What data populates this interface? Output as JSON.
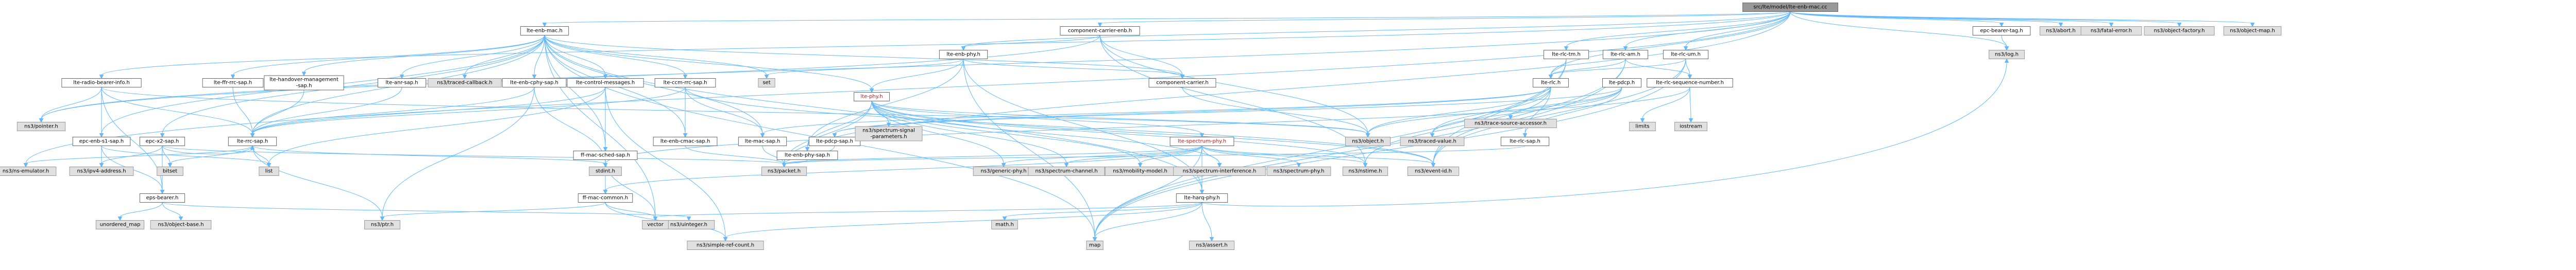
{
  "nodes": [
    {
      "id": "root",
      "label": "src/lte/model/lte-enb-mac.cc",
      "kind": "root"
    },
    {
      "id": "component-carrier-enb",
      "label": "component-carrier-enb.h",
      "kind": "internal"
    },
    {
      "id": "epc-bearer-tag",
      "label": "epc-bearer-tag.h",
      "kind": "internal"
    },
    {
      "id": "abort",
      "label": "ns3/abort.h",
      "kind": "external"
    },
    {
      "id": "fatal-error",
      "label": "ns3/fatal-error.h",
      "kind": "external"
    },
    {
      "id": "object-factory",
      "label": "ns3/object-factory.h",
      "kind": "external"
    },
    {
      "id": "object-map",
      "label": "ns3/object-map.h",
      "kind": "external"
    },
    {
      "id": "lte-enb-mac-h",
      "label": "lte-enb-mac.h",
      "kind": "internal"
    },
    {
      "id": "lte-enb-phy",
      "label": "lte-enb-phy.h",
      "kind": "internal"
    },
    {
      "id": "lte-rlc-tm",
      "label": "lte-rlc-tm.h",
      "kind": "internal"
    },
    {
      "id": "lte-rlc-am",
      "label": "lte-rlc-am.h",
      "kind": "internal"
    },
    {
      "id": "lte-rlc-um",
      "label": "lte-rlc-um.h",
      "kind": "internal"
    },
    {
      "id": "log",
      "label": "ns3/log.h",
      "kind": "external"
    },
    {
      "id": "lte-ffr-rrc-sap",
      "label": "lte-ffr-rrc-sap.h",
      "kind": "internal"
    },
    {
      "id": "lte-handover-management-sap",
      "label": "lte-handover-management\n-sap.h",
      "kind": "internal"
    },
    {
      "id": "lte-anr-sap",
      "label": "lte-anr-sap.h",
      "kind": "internal"
    },
    {
      "id": "traced-callback",
      "label": "ns3/traced-callback.h",
      "kind": "external"
    },
    {
      "id": "lte-enb-cphy-sap",
      "label": "lte-enb-cphy-sap.h",
      "kind": "internal"
    },
    {
      "id": "lte-control-messages",
      "label": "lte-control-messages.h",
      "kind": "internal"
    },
    {
      "id": "lte-ccm-rrc-sap",
      "label": "lte-ccm-rrc-sap.h",
      "kind": "internal"
    },
    {
      "id": "set",
      "label": "set",
      "kind": "external"
    },
    {
      "id": "lte-radio-bearer-info",
      "label": "lte-radio-bearer-info.h",
      "kind": "internal"
    },
    {
      "id": "pointer",
      "label": "ns3/pointer.h",
      "kind": "external"
    },
    {
      "id": "epc-enb-s1-sap",
      "label": "epc-enb-s1-sap.h",
      "kind": "internal"
    },
    {
      "id": "epc-x2-sap",
      "label": "epc-x2-sap.h",
      "kind": "internal"
    },
    {
      "id": "lte-rrc-sap",
      "label": "lte-rrc-sap.h",
      "kind": "internal"
    },
    {
      "id": "bitset",
      "label": "bitset",
      "kind": "external"
    },
    {
      "id": "list",
      "label": "list",
      "kind": "external"
    },
    {
      "id": "lte-ue-phy-sap",
      "label": "lte-enb-phy-sap.h",
      "kind": "internal"
    },
    {
      "id": "lte-phy",
      "label": "lte-phy.h",
      "kind": "internal",
      "pink": true
    },
    {
      "id": "ff-mac-sched-sap",
      "label": "ff-mac-sched-sap.h",
      "kind": "internal"
    },
    {
      "id": "lte-enb-cmac-sap",
      "label": "lte-enb-cmac-sap.h",
      "kind": "internal"
    },
    {
      "id": "lte-mac-sap",
      "label": "lte-mac-sap.h",
      "kind": "internal"
    },
    {
      "id": "lte-pdcp-sap",
      "label": "lte-pdcp-sap.h",
      "kind": "internal"
    },
    {
      "id": "component-carrier",
      "label": "component-carrier.h",
      "kind": "internal"
    },
    {
      "id": "lte-rlc",
      "label": "lte-rlc.h",
      "kind": "internal"
    },
    {
      "id": "lte-pdcp",
      "label": "lte-pdcp.h",
      "kind": "internal"
    },
    {
      "id": "lte-rlc-sequence-number",
      "label": "lte-rlc-sequence-number.h",
      "kind": "internal"
    },
    {
      "id": "emulator",
      "label": "ns3/ns-emulator.h",
      "kind": "external"
    },
    {
      "id": "ipv4-address",
      "label": "ns3/ipv4-address.h",
      "kind": "external"
    },
    {
      "id": "eps-bearer",
      "label": "eps-bearer.h",
      "kind": "internal"
    },
    {
      "id": "unordered_map",
      "label": "unordered_map",
      "kind": "external"
    },
    {
      "id": "object-base",
      "label": "ns3/object-base.h",
      "kind": "external"
    },
    {
      "id": "uinteger",
      "label": "ns3/uinteger.h",
      "kind": "external"
    },
    {
      "id": "ff-mac-common",
      "label": "ff-mac-common.h",
      "kind": "internal"
    },
    {
      "id": "stdint",
      "label": "stdint.h",
      "kind": "external"
    },
    {
      "id": "vector",
      "label": "vector",
      "kind": "external"
    },
    {
      "id": "spectrum-signal-parameters",
      "label": "ns3/spectrum-signal\n-parameters.h",
      "kind": "external"
    },
    {
      "id": "generic-phy",
      "label": "ns3/generic-phy.h",
      "kind": "external"
    },
    {
      "id": "spectrum-channel",
      "label": "ns3/spectrum-channel.h",
      "kind": "external"
    },
    {
      "id": "mobility-model",
      "label": "ns3/mobility-model.h",
      "kind": "external"
    },
    {
      "id": "spectrum-interference",
      "label": "ns3/spectrum-interference.h",
      "kind": "external"
    },
    {
      "id": "packet",
      "label": "ns3/packet.h",
      "kind": "external"
    },
    {
      "id": "lte-rlc-sap",
      "label": "lte-rlc-sap.h",
      "kind": "internal"
    },
    {
      "id": "lte-spectrum-phy",
      "label": "lte-spectrum-phy.h",
      "kind": "internal",
      "pink": true
    },
    {
      "id": "lte-harq-phy",
      "label": "lte-harq-phy.h",
      "kind": "internal"
    },
    {
      "id": "object",
      "label": "ns3/object.h",
      "kind": "external"
    },
    {
      "id": "traced-value",
      "label": "ns3/traced-value.h",
      "kind": "external"
    },
    {
      "id": "trace-source-accessor",
      "label": "ns3/trace-source-accessor.h",
      "kind": "external"
    },
    {
      "id": "spectrum-phy",
      "label": "ns3/spectrum-phy.h",
      "kind": "external"
    },
    {
      "id": "nstime",
      "label": "ns3/nstime.h",
      "kind": "external"
    },
    {
      "id": "event-id",
      "label": "ns3/event-id.h",
      "kind": "external"
    },
    {
      "id": "simple-ref-count",
      "label": "ns3/simple-ref-count.h",
      "kind": "external"
    },
    {
      "id": "math",
      "label": "math.h",
      "kind": "external"
    },
    {
      "id": "assert",
      "label": "ns3/assert.h",
      "kind": "external"
    },
    {
      "id": "map",
      "label": "map",
      "kind": "external"
    },
    {
      "id": "ptr",
      "label": "ns3/ptr.h",
      "kind": "external"
    },
    {
      "id": "limits",
      "label": "limits",
      "kind": "external"
    },
    {
      "id": "iostream",
      "label": "iostream",
      "kind": "external"
    },
    {
      "id": "lte-rrc-sap2",
      "label": "lte-rrc-sap.h",
      "kind": "internal"
    }
  ],
  "edges": [
    [
      "root",
      "component-carrier-enb"
    ],
    [
      "root",
      "epc-bearer-tag"
    ],
    [
      "root",
      "abort"
    ],
    [
      "root",
      "fatal-error"
    ],
    [
      "root",
      "object-factory"
    ],
    [
      "root",
      "object-map"
    ],
    [
      "root",
      "lte-enb-mac-h"
    ],
    [
      "root",
      "lte-rlc-tm"
    ],
    [
      "root",
      "lte-rlc-am"
    ],
    [
      "root",
      "lte-rlc-um"
    ],
    [
      "root",
      "log"
    ],
    [
      "root",
      "packet"
    ],
    [
      "root",
      "lte-radio-bearer-info"
    ],
    [
      "root",
      "lte-rlc"
    ],
    [
      "root",
      "pointer"
    ],
    [
      "root",
      "lte-enb-phy"
    ],
    [
      "root",
      "emulator"
    ],
    [
      "component-carrier-enb",
      "lte-enb-phy"
    ],
    [
      "component-carrier-enb",
      "component-carrier"
    ],
    [
      "component-carrier-enb",
      "object"
    ],
    [
      "component-carrier-enb",
      "nstime"
    ],
    [
      "component-carrier-enb",
      "pointer"
    ],
    [
      "epc-bearer-tag",
      "log"
    ],
    [
      "lte-enb-mac-h",
      "lte-ffr-rrc-sap"
    ],
    [
      "lte-enb-mac-h",
      "lte-handover-management-sap"
    ],
    [
      "lte-enb-mac-h",
      "lte-anr-sap"
    ],
    [
      "lte-enb-mac-h",
      "traced-callback"
    ],
    [
      "lte-enb-mac-h",
      "lte-enb-cphy-sap"
    ],
    [
      "lte-enb-mac-h",
      "lte-control-messages"
    ],
    [
      "lte-enb-mac-h",
      "lte-ccm-rrc-sap"
    ],
    [
      "lte-enb-mac-h",
      "set"
    ],
    [
      "lte-enb-mac-h",
      "epc-enb-s1-sap"
    ],
    [
      "lte-enb-mac-h",
      "epc-x2-sap"
    ],
    [
      "lte-enb-mac-h",
      "lte-phy"
    ],
    [
      "lte-enb-mac-h",
      "lte-rrc-sap"
    ],
    [
      "lte-enb-mac-h",
      "ff-mac-sched-sap"
    ],
    [
      "lte-enb-mac-h",
      "lte-enb-cmac-sap"
    ],
    [
      "lte-enb-mac-h",
      "lte-mac-sap"
    ],
    [
      "lte-enb-mac-h",
      "component-carrier"
    ],
    [
      "lte-enb-mac-h",
      "map"
    ],
    [
      "lte-enb-mac-h",
      "vector"
    ],
    [
      "lte-enb-mac-h",
      "lte-harq-phy"
    ],
    [
      "lte-enb-phy",
      "set"
    ],
    [
      "lte-enb-phy",
      "lte-ue-phy-sap"
    ],
    [
      "lte-enb-phy",
      "lte-phy"
    ],
    [
      "lte-enb-phy",
      "lte-harq-phy"
    ],
    [
      "lte-enb-phy",
      "component-carrier"
    ],
    [
      "lte-enb-phy",
      "map"
    ],
    [
      "lte-rlc-tm",
      "lte-rlc"
    ],
    [
      "lte-rlc-tm",
      "event-id"
    ],
    [
      "lte-rlc-tm",
      "map"
    ],
    [
      "lte-rlc-am",
      "lte-rlc-sequence-number"
    ],
    [
      "lte-rlc-am",
      "lte-rlc"
    ],
    [
      "lte-rlc-am",
      "event-id"
    ],
    [
      "lte-rlc-am",
      "map"
    ],
    [
      "lte-rlc-um",
      "lte-rlc-sequence-number"
    ],
    [
      "lte-rlc-um",
      "lte-rlc"
    ],
    [
      "lte-rlc-um",
      "event-id"
    ],
    [
      "lte-rlc-um",
      "map"
    ],
    [
      "lte-ffr-rrc-sap",
      "lte-rrc-sap"
    ],
    [
      "lte-handover-management-sap",
      "lte-rrc-sap"
    ],
    [
      "lte-anr-sap",
      "lte-rrc-sap"
    ],
    [
      "lte-enb-cphy-sap",
      "lte-rrc-sap"
    ],
    [
      "lte-enb-cphy-sap",
      "ptr"
    ],
    [
      "lte-enb-cphy-sap",
      "stdint"
    ],
    [
      "lte-control-messages",
      "ff-mac-common"
    ],
    [
      "lte-control-messages",
      "lte-rrc-sap"
    ],
    [
      "lte-control-messages",
      "simple-ref-count"
    ],
    [
      "lte-control-messages",
      "list"
    ],
    [
      "lte-ccm-rrc-sap",
      "lte-rrc-sap"
    ],
    [
      "lte-ccm-rrc-sap",
      "lte-enb-cmac-sap"
    ],
    [
      "lte-ccm-rrc-sap",
      "lte-mac-sap"
    ],
    [
      "lte-ccm-rrc-sap",
      "event-id"
    ],
    [
      "lte-radio-bearer-info",
      "lte-rrc-sap"
    ],
    [
      "lte-radio-bearer-info",
      "ipv4-address"
    ],
    [
      "lte-radio-bearer-info",
      "eps-bearer"
    ],
    [
      "lte-radio-bearer-info",
      "object"
    ],
    [
      "lte-radio-bearer-info",
      "pointer"
    ],
    [
      "epc-enb-s1-sap",
      "eps-bearer"
    ],
    [
      "epc-enb-s1-sap",
      "ipv4-address"
    ],
    [
      "epc-enb-s1-sap",
      "list"
    ],
    [
      "epc-x2-sap",
      "eps-bearer"
    ],
    [
      "epc-x2-sap",
      "ipv4-address"
    ],
    [
      "epc-x2-sap",
      "lte-rrc-sap"
    ],
    [
      "epc-x2-sap",
      "bitset"
    ],
    [
      "epc-x2-sap",
      "packet"
    ],
    [
      "lte-rrc-sap",
      "list"
    ],
    [
      "lte-rrc-sap",
      "ptr"
    ],
    [
      "lte-rrc-sap",
      "emulator"
    ],
    [
      "lte-rrc-sap",
      "stdint"
    ],
    [
      "lte-rrc-sap",
      "bitset"
    ],
    [
      "eps-bearer",
      "unordered_map"
    ],
    [
      "eps-bearer",
      "object-base"
    ],
    [
      "eps-bearer",
      "uinteger"
    ],
    [
      "lte-phy",
      "spectrum-signal-parameters"
    ],
    [
      "lte-phy",
      "generic-phy"
    ],
    [
      "lte-phy",
      "spectrum-channel"
    ],
    [
      "lte-phy",
      "mobility-model"
    ],
    [
      "lte-phy",
      "spectrum-interference"
    ],
    [
      "lte-phy",
      "lte-spectrum-phy"
    ],
    [
      "lte-phy",
      "nstime"
    ],
    [
      "lte-phy",
      "event-id"
    ],
    [
      "lte-phy",
      "lte-ue-phy-sap"
    ],
    [
      "lte-phy",
      "packet"
    ],
    [
      "lte-phy",
      "object"
    ],
    [
      "ff-mac-sched-sap",
      "ff-mac-common"
    ],
    [
      "ff-mac-sched-sap",
      "stdint"
    ],
    [
      "ff-mac-sched-sap",
      "vector"
    ],
    [
      "ff-mac-common",
      "vector"
    ],
    [
      "ff-mac-common",
      "ptr"
    ],
    [
      "ff-mac-common",
      "simple-ref-count"
    ],
    [
      "lte-enb-cmac-sap",
      "packet"
    ],
    [
      "lte-mac-sap",
      "packet"
    ],
    [
      "lte-ue-phy-sap",
      "packet"
    ],
    [
      "lte-pdcp-sap",
      "packet"
    ],
    [
      "component-carrier",
      "object"
    ],
    [
      "lte-rlc",
      "lte-rlc-sap"
    ],
    [
      "lte-rlc",
      "lte-mac-sap"
    ],
    [
      "lte-rlc",
      "lte-pdcp-sap"
    ],
    [
      "lte-rlc",
      "nstime"
    ],
    [
      "lte-rlc",
      "traced-value"
    ],
    [
      "lte-rlc",
      "object"
    ],
    [
      "lte-pdcp",
      "lte-pdcp-sap"
    ],
    [
      "lte-pdcp",
      "traced-value"
    ],
    [
      "lte-pdcp",
      "trace-source-accessor"
    ],
    [
      "lte-pdcp",
      "object"
    ],
    [
      "lte-pdcp",
      "lte-rlc-sap"
    ],
    [
      "lte-rlc-sequence-number",
      "limits"
    ],
    [
      "lte-rlc-sequence-number",
      "iostream"
    ],
    [
      "lte-rlc-sequence-number",
      "stdint"
    ],
    [
      "lte-rlc-sap",
      "packet"
    ],
    [
      "lte-spectrum-phy",
      "spectrum-phy"
    ],
    [
      "lte-spectrum-phy",
      "packet"
    ],
    [
      "lte-spectrum-phy",
      "nstime"
    ],
    [
      "lte-spectrum-phy",
      "event-id"
    ],
    [
      "lte-spectrum-phy",
      "generic-phy"
    ],
    [
      "lte-spectrum-phy",
      "spectrum-channel"
    ],
    [
      "lte-spectrum-phy",
      "mobility-model"
    ],
    [
      "lte-spectrum-phy",
      "spectrum-interference"
    ],
    [
      "lte-spectrum-phy",
      "lte-harq-phy"
    ],
    [
      "lte-spectrum-phy",
      "map"
    ],
    [
      "lte-spectrum-phy",
      "ff-mac-common"
    ],
    [
      "lte-harq-phy",
      "math"
    ],
    [
      "lte-harq-phy",
      "log"
    ],
    [
      "lte-harq-phy",
      "assert"
    ],
    [
      "lte-harq-phy",
      "map"
    ],
    [
      "lte-harq-phy",
      "vector"
    ],
    [
      "lte-harq-phy",
      "simple-ref-count"
    ]
  ]
}
